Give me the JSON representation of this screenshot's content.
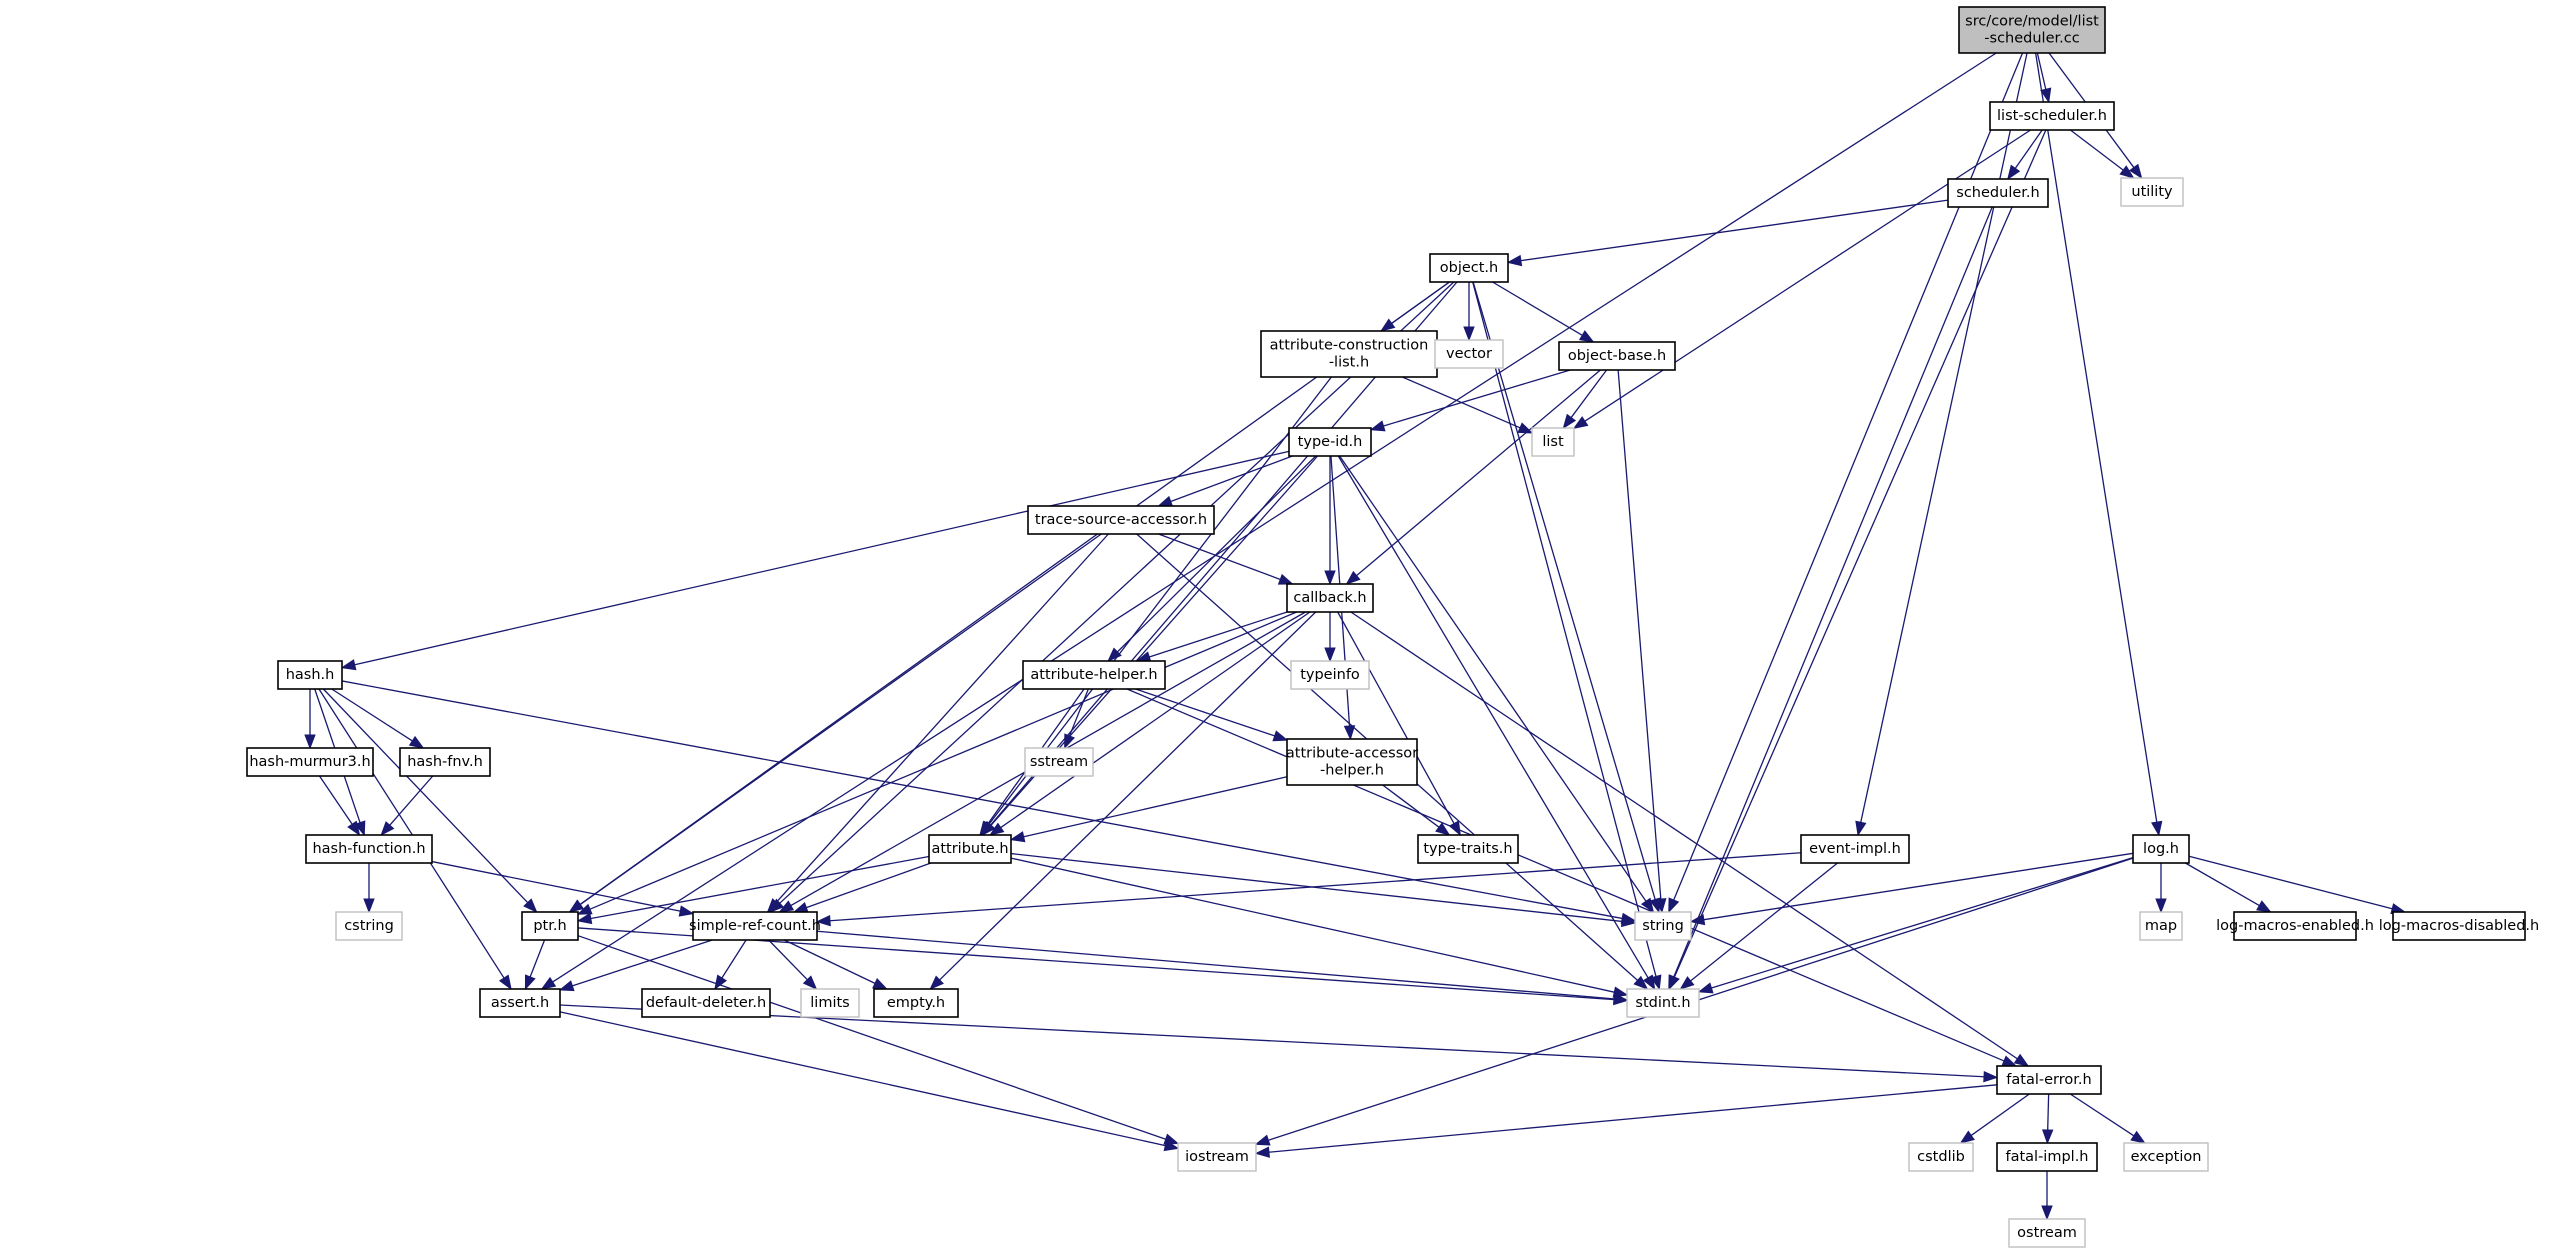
{
  "title": "src/core/model/list-scheduler.cc include dependency graph",
  "colors": {
    "edge": "#191970",
    "root_fill": "#bfbfbf",
    "node_border": "#000000",
    "external_border": "#bfbfbf"
  },
  "nodes": [
    {
      "id": "root",
      "label": [
        "src/core/model/list",
        "-scheduler.cc"
      ],
      "kind": "root"
    },
    {
      "id": "list_scheduler_h",
      "label": [
        "list-scheduler.h"
      ],
      "kind": "local"
    },
    {
      "id": "utility",
      "label": [
        "utility"
      ],
      "kind": "ext"
    },
    {
      "id": "scheduler_h",
      "label": [
        "scheduler.h"
      ],
      "kind": "local"
    },
    {
      "id": "object_h",
      "label": [
        "object.h"
      ],
      "kind": "local"
    },
    {
      "id": "attr_constr",
      "label": [
        "attribute-construction",
        "-list.h"
      ],
      "kind": "local"
    },
    {
      "id": "vector",
      "label": [
        "vector"
      ],
      "kind": "ext"
    },
    {
      "id": "object_base_h",
      "label": [
        "object-base.h"
      ],
      "kind": "local"
    },
    {
      "id": "list",
      "label": [
        "list"
      ],
      "kind": "ext"
    },
    {
      "id": "type_id_h",
      "label": [
        "type-id.h"
      ],
      "kind": "local"
    },
    {
      "id": "trace_src",
      "label": [
        "trace-source-accessor.h"
      ],
      "kind": "local"
    },
    {
      "id": "callback_h",
      "label": [
        "callback.h"
      ],
      "kind": "local"
    },
    {
      "id": "hash_h",
      "label": [
        "hash.h"
      ],
      "kind": "local"
    },
    {
      "id": "attr_helper",
      "label": [
        "attribute-helper.h"
      ],
      "kind": "local"
    },
    {
      "id": "typeinfo",
      "label": [
        "typeinfo"
      ],
      "kind": "ext"
    },
    {
      "id": "hash_murmur",
      "label": [
        "hash-murmur3.h"
      ],
      "kind": "local"
    },
    {
      "id": "hash_fnv",
      "label": [
        "hash-fnv.h"
      ],
      "kind": "local"
    },
    {
      "id": "sstream",
      "label": [
        "sstream"
      ],
      "kind": "ext"
    },
    {
      "id": "attr_accessor",
      "label": [
        "attribute-accessor",
        "-helper.h"
      ],
      "kind": "local"
    },
    {
      "id": "hash_function",
      "label": [
        "hash-function.h"
      ],
      "kind": "local"
    },
    {
      "id": "attribute_h",
      "label": [
        "attribute.h"
      ],
      "kind": "local"
    },
    {
      "id": "type_traits",
      "label": [
        "type-traits.h"
      ],
      "kind": "local"
    },
    {
      "id": "event_impl",
      "label": [
        "event-impl.h"
      ],
      "kind": "local"
    },
    {
      "id": "log_h",
      "label": [
        "log.h"
      ],
      "kind": "local"
    },
    {
      "id": "cstring",
      "label": [
        "cstring"
      ],
      "kind": "ext"
    },
    {
      "id": "ptr_h",
      "label": [
        "ptr.h"
      ],
      "kind": "local"
    },
    {
      "id": "simple_ref",
      "label": [
        "simple-ref-count.h"
      ],
      "kind": "local"
    },
    {
      "id": "string",
      "label": [
        "string"
      ],
      "kind": "ext"
    },
    {
      "id": "map",
      "label": [
        "map"
      ],
      "kind": "ext"
    },
    {
      "id": "log_en",
      "label": [
        "log-macros-enabled.h"
      ],
      "kind": "local"
    },
    {
      "id": "log_dis",
      "label": [
        "log-macros-disabled.h"
      ],
      "kind": "local"
    },
    {
      "id": "assert_h",
      "label": [
        "assert.h"
      ],
      "kind": "local"
    },
    {
      "id": "default_del",
      "label": [
        "default-deleter.h"
      ],
      "kind": "local"
    },
    {
      "id": "limits",
      "label": [
        "limits"
      ],
      "kind": "ext"
    },
    {
      "id": "empty_h",
      "label": [
        "empty.h"
      ],
      "kind": "local"
    },
    {
      "id": "stdint",
      "label": [
        "stdint.h"
      ],
      "kind": "ext"
    },
    {
      "id": "fatal_error",
      "label": [
        "fatal-error.h"
      ],
      "kind": "local"
    },
    {
      "id": "iostream",
      "label": [
        "iostream"
      ],
      "kind": "ext"
    },
    {
      "id": "cstdlib",
      "label": [
        "cstdlib"
      ],
      "kind": "ext"
    },
    {
      "id": "fatal_impl",
      "label": [
        "fatal-impl.h"
      ],
      "kind": "local"
    },
    {
      "id": "exception",
      "label": [
        "exception"
      ],
      "kind": "ext"
    },
    {
      "id": "ostream",
      "label": [
        "ostream"
      ],
      "kind": "ext"
    }
  ],
  "edges": [
    [
      "root",
      "list_scheduler_h"
    ],
    [
      "root",
      "utility"
    ],
    [
      "root",
      "string"
    ],
    [
      "root",
      "log_h"
    ],
    [
      "root",
      "event_impl"
    ],
    [
      "root",
      "assert_h"
    ],
    [
      "list_scheduler_h",
      "scheduler_h"
    ],
    [
      "list_scheduler_h",
      "utility"
    ],
    [
      "list_scheduler_h",
      "list"
    ],
    [
      "list_scheduler_h",
      "stdint"
    ],
    [
      "scheduler_h",
      "object_h"
    ],
    [
      "scheduler_h",
      "stdint"
    ],
    [
      "object_h",
      "attr_constr"
    ],
    [
      "object_h",
      "vector"
    ],
    [
      "object_h",
      "object_base_h"
    ],
    [
      "object_h",
      "string"
    ],
    [
      "object_h",
      "stdint"
    ],
    [
      "object_h",
      "ptr_h"
    ],
    [
      "object_h",
      "simple_ref"
    ],
    [
      "object_h",
      "attribute_h"
    ],
    [
      "attr_constr",
      "list"
    ],
    [
      "attr_constr",
      "attribute_h"
    ],
    [
      "object_base_h",
      "list"
    ],
    [
      "object_base_h",
      "type_id_h"
    ],
    [
      "object_base_h",
      "string"
    ],
    [
      "object_base_h",
      "callback_h"
    ],
    [
      "type_id_h",
      "trace_src"
    ],
    [
      "type_id_h",
      "callback_h"
    ],
    [
      "type_id_h",
      "hash_h"
    ],
    [
      "type_id_h",
      "attr_helper"
    ],
    [
      "type_id_h",
      "attr_accessor"
    ],
    [
      "type_id_h",
      "attribute_h"
    ],
    [
      "type_id_h",
      "string"
    ],
    [
      "type_id_h",
      "stdint"
    ],
    [
      "trace_src",
      "callback_h"
    ],
    [
      "trace_src",
      "ptr_h"
    ],
    [
      "trace_src",
      "simple_ref"
    ],
    [
      "trace_src",
      "stdint"
    ],
    [
      "callback_h",
      "attr_helper"
    ],
    [
      "callback_h",
      "typeinfo"
    ],
    [
      "callback_h",
      "type_traits"
    ],
    [
      "callback_h",
      "attribute_h"
    ],
    [
      "callback_h",
      "ptr_h"
    ],
    [
      "callback_h",
      "simple_ref"
    ],
    [
      "callback_h",
      "empty_h"
    ],
    [
      "callback_h",
      "fatal_error"
    ],
    [
      "hash_h",
      "hash_murmur"
    ],
    [
      "hash_h",
      "hash_fnv"
    ],
    [
      "hash_h",
      "hash_function"
    ],
    [
      "hash_h",
      "string"
    ],
    [
      "hash_h",
      "ptr_h"
    ],
    [
      "hash_h",
      "assert_h"
    ],
    [
      "hash_murmur",
      "hash_function"
    ],
    [
      "hash_fnv",
      "hash_function"
    ],
    [
      "hash_function",
      "cstring"
    ],
    [
      "hash_function",
      "simple_ref"
    ],
    [
      "attr_helper",
      "sstream"
    ],
    [
      "attr_helper",
      "attr_accessor"
    ],
    [
      "attr_helper",
      "attribute_h"
    ],
    [
      "attr_helper",
      "fatal_error"
    ],
    [
      "attr_accessor",
      "attribute_h"
    ],
    [
      "attr_accessor",
      "type_traits"
    ],
    [
      "attribute_h",
      "ptr_h"
    ],
    [
      "attribute_h",
      "simple_ref"
    ],
    [
      "attribute_h",
      "string"
    ],
    [
      "attribute_h",
      "stdint"
    ],
    [
      "event_impl",
      "simple_ref"
    ],
    [
      "event_impl",
      "stdint"
    ],
    [
      "log_h",
      "string"
    ],
    [
      "log_h",
      "map"
    ],
    [
      "log_h",
      "log_en"
    ],
    [
      "log_h",
      "log_dis"
    ],
    [
      "log_h",
      "stdint"
    ],
    [
      "log_h",
      "iostream"
    ],
    [
      "ptr_h",
      "assert_h"
    ],
    [
      "ptr_h",
      "iostream"
    ],
    [
      "ptr_h",
      "stdint"
    ],
    [
      "simple_ref",
      "assert_h"
    ],
    [
      "simple_ref",
      "default_del"
    ],
    [
      "simple_ref",
      "limits"
    ],
    [
      "simple_ref",
      "empty_h"
    ],
    [
      "simple_ref",
      "stdint"
    ],
    [
      "assert_h",
      "iostream"
    ],
    [
      "assert_h",
      "fatal_error"
    ],
    [
      "fatal_error",
      "iostream"
    ],
    [
      "fatal_error",
      "cstdlib"
    ],
    [
      "fatal_error",
      "fatal_impl"
    ],
    [
      "fatal_error",
      "exception"
    ],
    [
      "fatal_impl",
      "ostream"
    ]
  ]
}
